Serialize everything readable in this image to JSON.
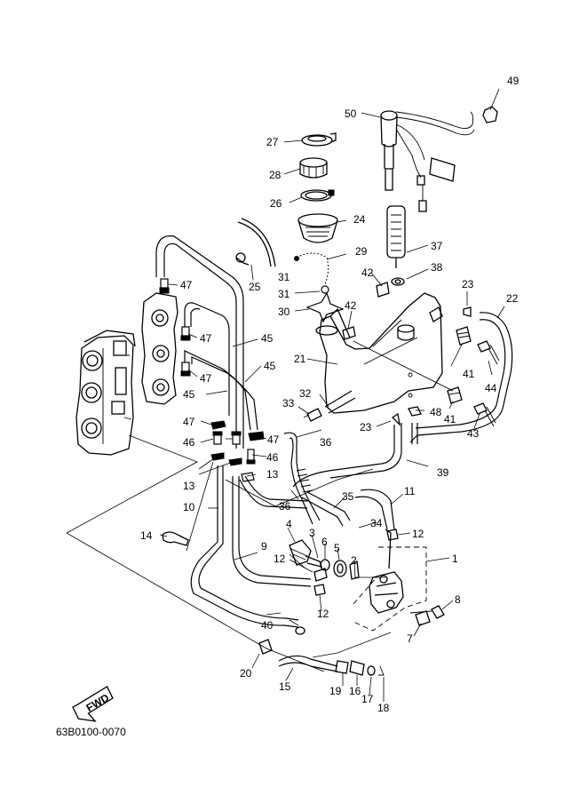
{
  "catalog_number": "63B0100-0070",
  "fwd_label": "FWD",
  "callouts": {
    "c1": "1",
    "c2": "2",
    "c3": "3",
    "c4": "4",
    "c5": "5",
    "c6": "6",
    "c7": "7",
    "c8": "8",
    "c9": "9",
    "c10": "10",
    "c11": "11",
    "c12": "12",
    "c13": "13",
    "c14": "14",
    "c15": "15",
    "c16": "16",
    "c17": "17",
    "c18": "18",
    "c19": "19",
    "c20": "20",
    "c21": "21",
    "c22": "22",
    "c23": "23",
    "c24": "24",
    "c25": "25",
    "c26": "26",
    "c27": "27",
    "c28": "28",
    "c29": "29",
    "c30": "30",
    "c31": "31",
    "c32": "32",
    "c33": "33",
    "c34": "34",
    "c35": "35",
    "c36": "36",
    "c37": "37",
    "c38": "38",
    "c39": "39",
    "c40": "40",
    "c41": "41",
    "c42": "42",
    "c43": "43",
    "c44": "44",
    "c45": "45",
    "c46": "46",
    "c47": "47",
    "c48": "48",
    "c49": "49",
    "c50": "50"
  }
}
